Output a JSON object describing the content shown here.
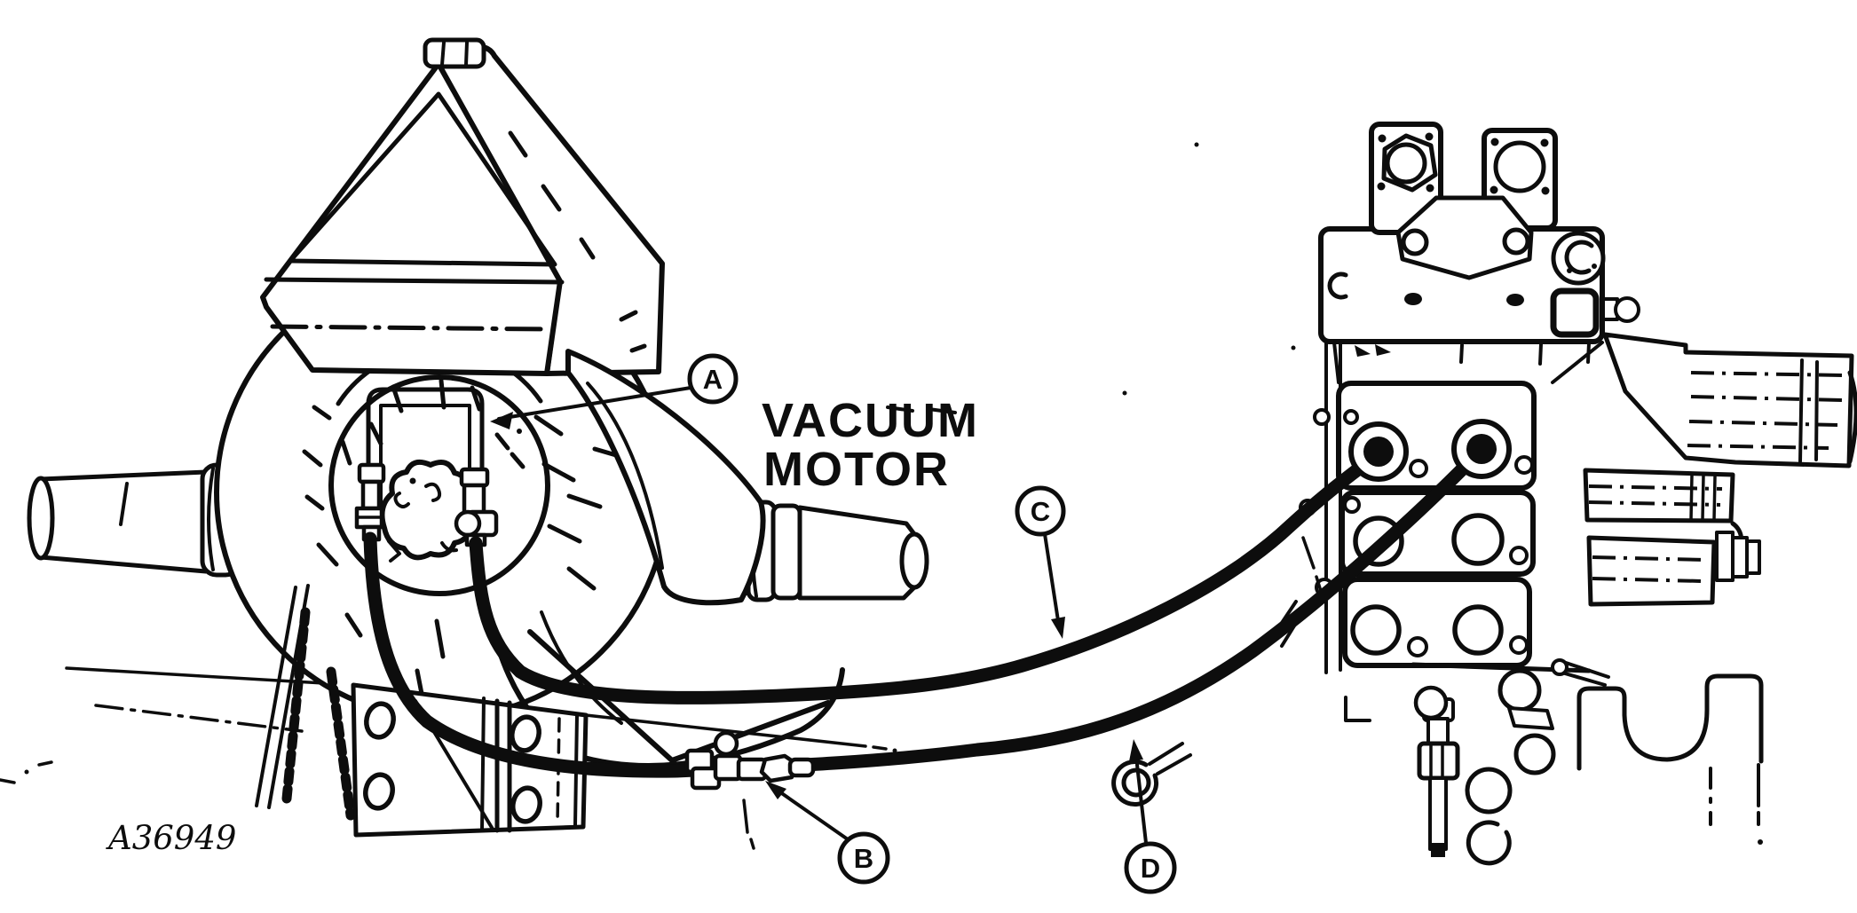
{
  "figure": {
    "number": "A36949"
  },
  "labels": {
    "component_line1": "VACUUM",
    "component_line2": "MOTOR"
  },
  "callouts": {
    "a": "A",
    "b": "B",
    "c": "C",
    "d": "D"
  },
  "colors": {
    "ink": "#0d0d0d",
    "paper": "#ffffff"
  }
}
